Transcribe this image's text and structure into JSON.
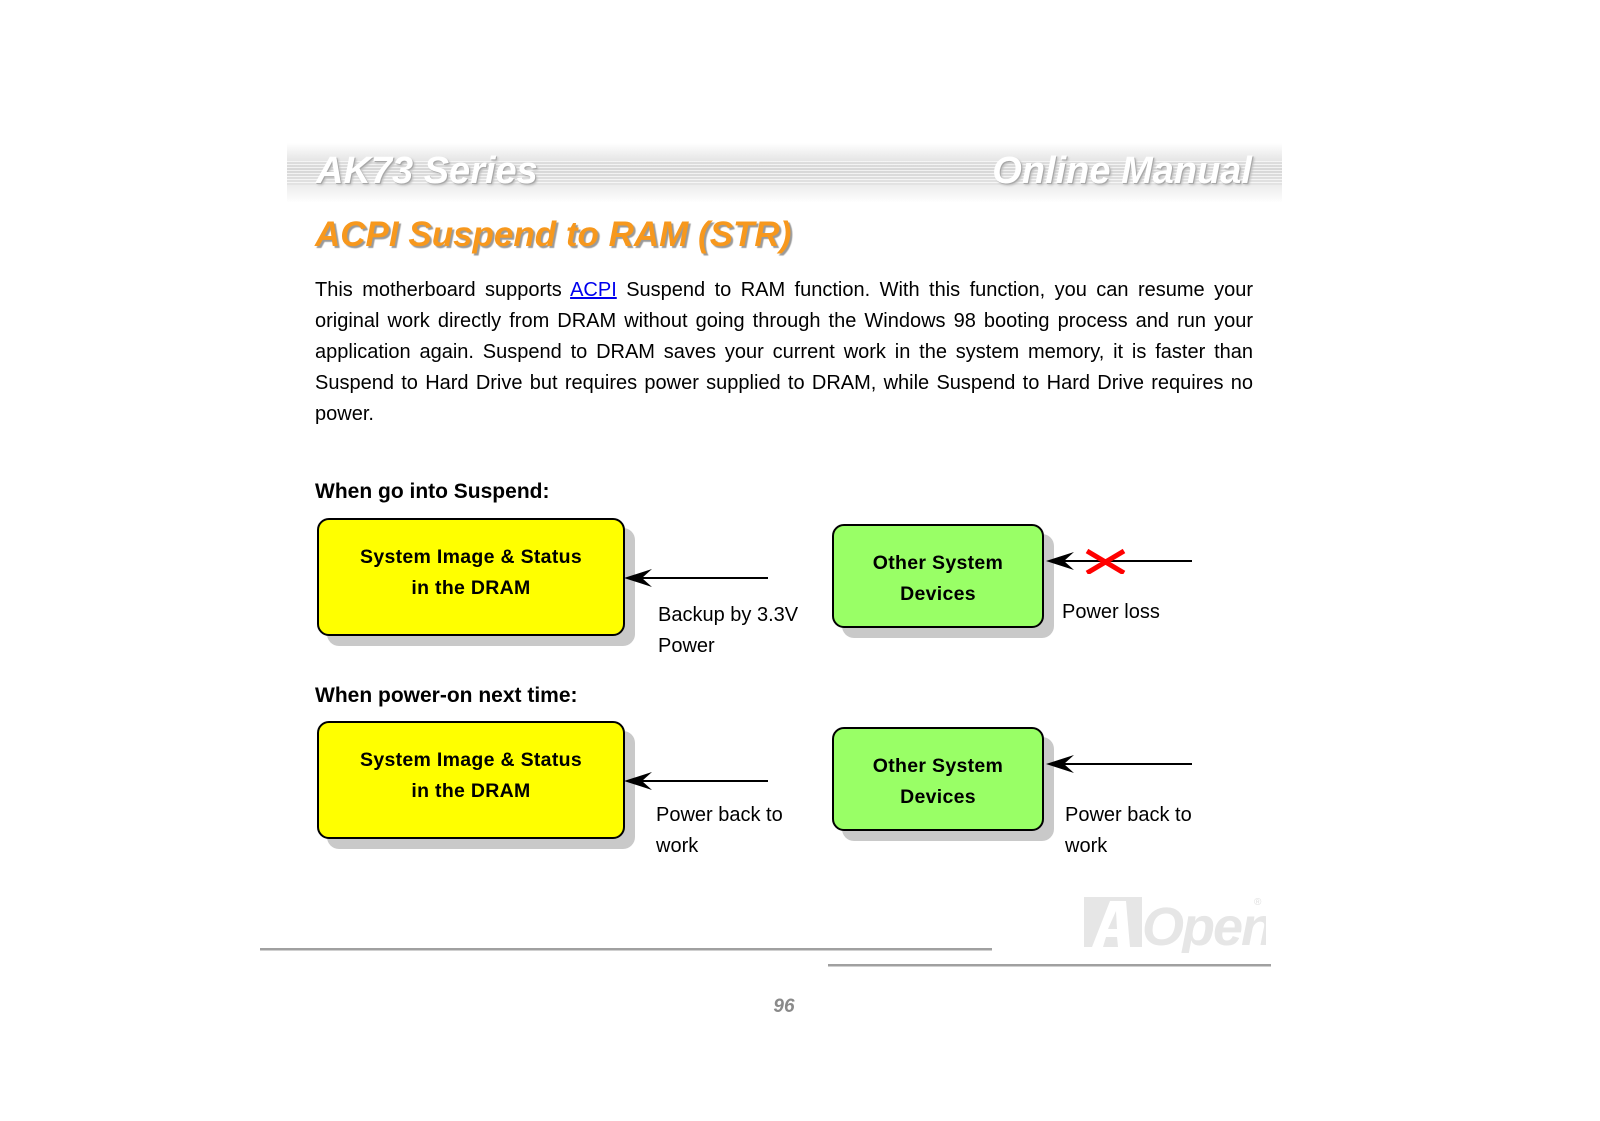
{
  "header": {
    "left_title": "AK73 Series",
    "right_title": "Online Manual"
  },
  "page": {
    "title": "ACPI Suspend to RAM (STR)",
    "intro": {
      "before_link": "This motherboard supports ",
      "link_text": "ACPI",
      "after_link": " Suspend to RAM function. With this function, you can resume your original work directly from DRAM without going through the Windows 98 booting process and run your application again. Suspend to DRAM saves your current work in the system memory, it is faster than Suspend to Hard Drive but requires power supplied to DRAM, while Suspend to Hard Drive requires no power."
    },
    "accent_color": "#f7981d",
    "link_color": "#0000ee"
  },
  "diagram": {
    "suspend": {
      "label": "When go into Suspend:",
      "dram_box": {
        "line1": "System Image & Status",
        "line2": "in the DRAM",
        "color": "#ffff00"
      },
      "dram_caption": {
        "line1": "Backup by 3.3V",
        "line2": "Power"
      },
      "devices_box": {
        "line1": "Other System",
        "line2": "Devices",
        "color": "#99ff66"
      },
      "devices_caption": {
        "line1": "Power loss"
      },
      "blocked_marker": "red-x",
      "blocked_color": "#ff0000"
    },
    "power_on": {
      "label": "When power-on next time:",
      "dram_box": {
        "line1": "System Image & Status",
        "line2": "in the DRAM",
        "color": "#ffff00"
      },
      "dram_caption": {
        "line1": "Power back to",
        "line2": "work"
      },
      "devices_box": {
        "line1": "Other System",
        "line2": "Devices",
        "color": "#99ff66"
      },
      "devices_caption": {
        "line1": "Power back to",
        "line2": "work"
      }
    }
  },
  "footer": {
    "logo_text": "AOpen",
    "logo_mark": "®",
    "page_number": "96"
  }
}
